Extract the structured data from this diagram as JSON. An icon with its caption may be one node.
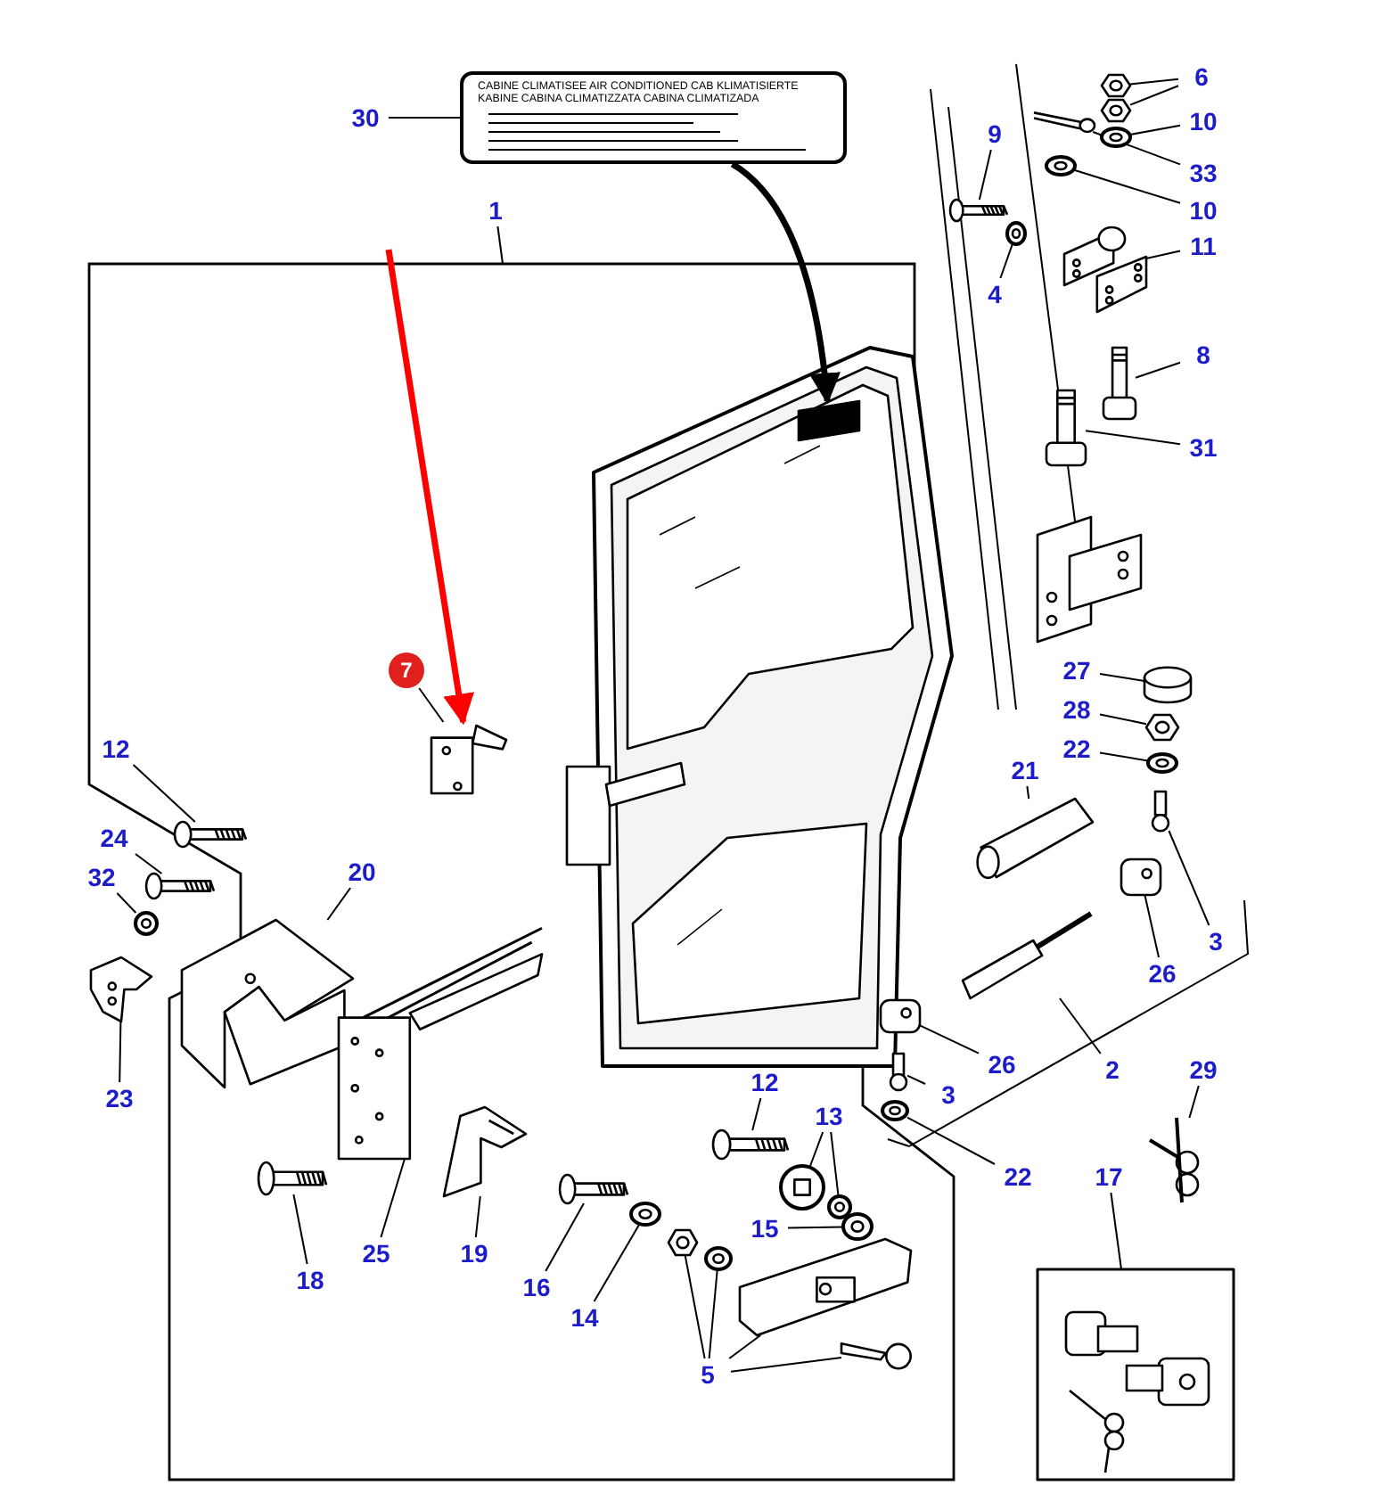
{
  "diagram": {
    "nodes": [
      {
        "text": [
          "30"
        ]
      },
      {
        "text": [
          "CABINE CLIMATISEE AIR CONDITIONED CAB KLIMATISIERTE KABINE CABINA CLIMATIZZATA CABINA CLIMATIZADA"
        ]
      },
      {
        "text": [
          "6"
        ]
      },
      {
        "text": [],
        "shape": "picture"
      },
      {
        "text": [],
        "shape": "picture"
      },
      {
        "text": [
          "10"
        ]
      },
      {
        "text": [],
        "shape": "picture"
      },
      {
        "text": [
          "9"
        ]
      },
      {
        "text": [
          "33"
        ]
      },
      {
        "text": [],
        "shape": "picture"
      },
      {
        "text": [],
        "shape": "picture"
      },
      {
        "text": [],
        "shape": "picture"
      },
      {
        "text": [
          "10"
        ]
      },
      {
        "text": [
          "1"
        ]
      },
      {
        "text": [
          "11"
        ]
      },
      {
        "text": [],
        "shape": "picture"
      },
      {
        "text": [],
        "shape": "picture"
      },
      {
        "text": [
          "4"
        ]
      },
      {
        "text": [
          "8"
        ]
      },
      {
        "text": [],
        "shape": "picture"
      },
      {
        "text": [],
        "shape": "picture"
      },
      {
        "text": [],
        "shape": "box",
        "in": 20
      },
      {
        "text": [
          "31"
        ]
      },
      {
        "text": [],
        "shape": "picture"
      },
      {
        "text": [
          "27"
        ]
      },
      {
        "text": [],
        "shape": "cylinder"
      },
      {
        "text": [
          "28"
        ]
      },
      {
        "text": [],
        "shape": "picture"
      },
      {
        "text": [
          "7"
        ]
      },
      {
        "text": [],
        "shape": "picture"
      },
      {
        "text": [
          "21"
        ]
      },
      {
        "text": [
          "22"
        ]
      },
      {
        "text": [],
        "shape": "picture"
      },
      {
        "text": [
          "12"
        ]
      },
      {
        "text": [],
        "shape": "picture"
      },
      {
        "text": [],
        "shape": "picture"
      },
      {
        "text": [
          "24"
        ]
      },
      {
        "text": [],
        "shape": "picture"
      },
      {
        "text": [
          "32"
        ]
      },
      {
        "text": [],
        "shape": "picture"
      },
      {
        "text": [],
        "shape": "picture"
      },
      {
        "text": [
          "20"
        ]
      },
      {
        "text": [],
        "shape": "picture"
      },
      {
        "text": [],
        "shape": "picture"
      },
      {
        "text": [],
        "shape": "picture"
      },
      {
        "text": [
          "3"
        ]
      },
      {
        "text": [
          "26"
        ]
      },
      {
        "text": [],
        "shape": "picture"
      },
      {
        "text": [],
        "shape": "picture"
      },
      {
        "text": [],
        "shape": "picture"
      },
      {
        "text": [
          "26"
        ]
      },
      {
        "text": [
          "2"
        ]
      },
      {
        "text": [
          "3"
        ]
      },
      {
        "text": [
          "29"
        ]
      },
      {
        "text": [],
        "shape": "picture"
      },
      {
        "text": [
          "12"
        ]
      },
      {
        "text": [],
        "shape": "picture"
      },
      {
        "text": [
          "13"
        ]
      },
      {
        "text": [],
        "shape": "picture"
      },
      {
        "text": [],
        "shape": "picture"
      },
      {
        "text": [
          "23"
        ]
      },
      {
        "text": [],
        "shape": "picture"
      },
      {
        "text": [],
        "shape": "picture"
      },
      {
        "text": [],
        "shape": "picture"
      },
      {
        "text": [],
        "shape": "picture"
      },
      {
        "text": [],
        "shape": "picture"
      },
      {
        "text": [],
        "shape": "picture"
      },
      {
        "text": [],
        "shape": "picture"
      },
      {
        "text": [],
        "shape": "picture"
      },
      {
        "text": [],
        "shape": "picture"
      },
      {
        "text": [],
        "shape": "picture"
      },
      {
        "text": [],
        "shape": "picture"
      },
      {
        "text": [
          "22"
        ]
      },
      {
        "text": [
          "17"
        ]
      },
      {
        "text": [],
        "shape": "box"
      },
      {
        "text": [
          "15"
        ]
      },
      {
        "text": [
          "25"
        ]
      },
      {
        "text": [
          "19"
        ]
      },
      {
        "text": [
          "18"
        ]
      },
      {
        "text": [
          "16"
        ]
      },
      {
        "text": [
          "14"
        ]
      },
      {
        "text": [
          "5"
        ]
      }
    ],
    "edges": [
      {
        "from": 0,
        "to": 1,
        "arrow": "none"
      },
      {
        "from": 13,
        "to": null,
        "arrow": "none"
      },
      {
        "from": 1,
        "to": 21,
        "arrow": "to",
        "style": "thick"
      },
      {
        "from": null,
        "to": 29,
        "arrow": "to",
        "style": "thick",
        "color": "#ff0000"
      },
      {
        "from": 2,
        "to": 3,
        "arrow": "none"
      },
      {
        "from": 2,
        "to": 4,
        "arrow": "none"
      },
      {
        "from": 5,
        "to": 6,
        "arrow": "none"
      },
      {
        "from": 8,
        "to": 9,
        "arrow": "none"
      },
      {
        "from": 12,
        "to": 11,
        "arrow": "none"
      },
      {
        "from": 7,
        "to": 10,
        "arrow": "none"
      },
      {
        "from": 17,
        "to": 16,
        "arrow": "none"
      },
      {
        "from": 14,
        "to": 15,
        "arrow": "none"
      },
      {
        "from": 18,
        "to": 19,
        "arrow": "none"
      },
      {
        "from": 22,
        "to": 23,
        "arrow": "none"
      },
      {
        "from": 24,
        "to": 25,
        "arrow": "none"
      },
      {
        "from": 26,
        "to": 27,
        "arrow": "none"
      },
      {
        "from": 31,
        "to": 32,
        "arrow": "none"
      },
      {
        "from": 30,
        "to": 35,
        "arrow": "none"
      },
      {
        "from": 45,
        "to": 40,
        "arrow": "none"
      },
      {
        "from": 46,
        "to": 43,
        "arrow": "none"
      },
      {
        "from": 51,
        "to": 44,
        "arrow": "none"
      },
      {
        "from": 50,
        "to": 47,
        "arrow": "none"
      },
      {
        "from": 52,
        "to": 48,
        "arrow": "none"
      },
      {
        "from": 72,
        "to": 49,
        "arrow": "none"
      },
      {
        "from": 53,
        "to": 54,
        "arrow": "none"
      },
      {
        "from": 73,
        "to": 74,
        "arrow": "none"
      },
      {
        "from": 33,
        "to": 34,
        "arrow": "none"
      },
      {
        "from": 36,
        "to": 37,
        "arrow": "none"
      },
      {
        "from": 38,
        "to": 39,
        "arrow": "none"
      },
      {
        "from": 60,
        "to": 61,
        "arrow": "none"
      },
      {
        "from": 41,
        "to": 42,
        "arrow": "none"
      },
      {
        "from": 76,
        "to": 62,
        "arrow": "none"
      },
      {
        "from": 78,
        "to": 63,
        "arrow": "none"
      },
      {
        "from": 77,
        "to": 64,
        "arrow": "none"
      },
      {
        "from": 79,
        "to": 65,
        "arrow": "none"
      },
      {
        "from": 80,
        "to": 66,
        "arrow": "none"
      },
      {
        "from": 55,
        "to": 56,
        "arrow": "none"
      },
      {
        "from": 57,
        "to": 58,
        "arrow": "none"
      },
      {
        "from": 57,
        "to": 59,
        "arrow": "none"
      },
      {
        "from": 75,
        "to": 69,
        "arrow": "none"
      },
      {
        "from": 81,
        "to": 67,
        "arrow": "none"
      },
      {
        "from": 81,
        "to": 68,
        "arrow": "none"
      },
      {
        "from": 81,
        "to": 70,
        "arrow": "none"
      },
      {
        "from": 81,
        "to": 71,
        "arrow": "none"
      },
      {
        "from": 28,
        "to": 29,
        "arrow": "none"
      }
    ]
  }
}
